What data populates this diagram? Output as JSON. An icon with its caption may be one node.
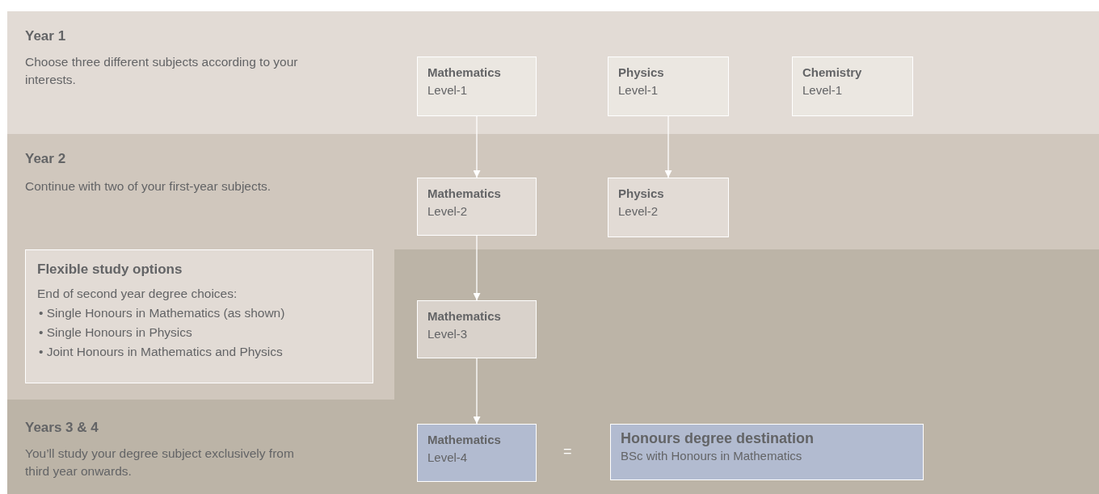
{
  "diagram": {
    "nodes": [
      {
        "text": [
          "Year 1",
          "Choose three different subjects according to your interests."
        ]
      },
      {
        "text": [
          "Mathematics",
          "Level-1"
        ],
        "in": 0
      },
      {
        "text": [
          "Physics",
          "Level-1"
        ],
        "in": 0
      },
      {
        "text": [
          "Chemistry",
          "Level-1"
        ],
        "in": 0
      },
      {
        "text": [
          "Year 2",
          "Continue with two of your first-year subjects."
        ]
      },
      {
        "text": [
          "Mathematics",
          "Level-2"
        ],
        "in": 4
      },
      {
        "text": [
          "Physics",
          "Level-2"
        ],
        "in": 4
      },
      {
        "text": [
          "Flexible study options",
          "End of second year degree choices:",
          "• Single Honours in Mathematics (as shown)",
          "• Single Honours in Physics",
          "• Joint Honours in Mathematics and Physics"
        ]
      },
      {
        "text": [
          "Years 3 & 4",
          "You’ll study your degree subject exclusively from third year onwards."
        ]
      },
      {
        "text": [
          "Mathematics",
          "Level-3"
        ]
      },
      {
        "text": [
          "Mathematics",
          "Level-4"
        ],
        "in": 8
      },
      {
        "text": [
          "Honours degree destination",
          "BSc with Honours in Mathematics"
        ],
        "in": 8
      }
    ],
    "edges": [
      {
        "from": 1,
        "to": 5,
        "arrow": "to"
      },
      {
        "from": 2,
        "to": 6,
        "arrow": "to"
      },
      {
        "from": 5,
        "to": 9,
        "arrow": "to"
      },
      {
        "from": 9,
        "to": 10,
        "arrow": "to"
      }
    ],
    "labels": [
      "="
    ]
  }
}
